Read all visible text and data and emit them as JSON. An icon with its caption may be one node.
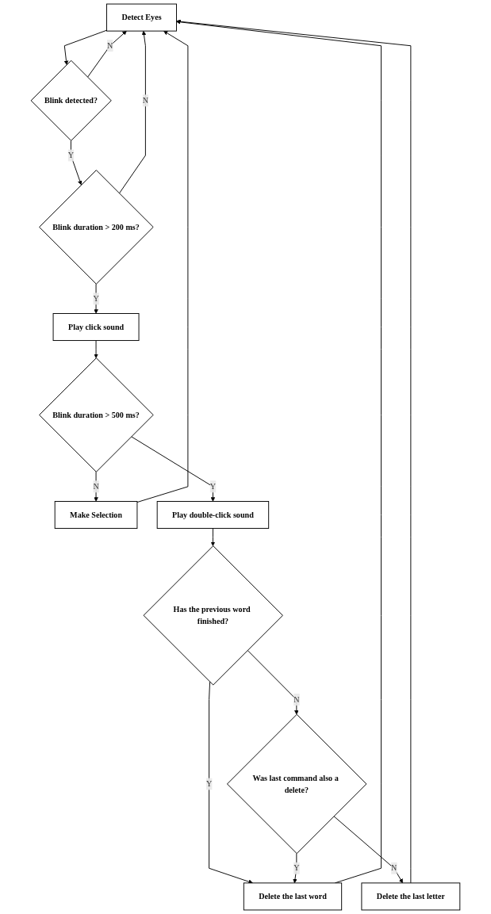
{
  "diagram": {
    "nodes": [
      {
        "text": [
          "Detect Eyes"
        ]
      },
      {
        "text": [
          "Blink detected?"
        ]
      },
      {
        "text": [
          "Blink duration > 200 ms?"
        ]
      },
      {
        "text": [
          "Play click sound"
        ]
      },
      {
        "text": [
          "Blink duration > 500 ms?"
        ]
      },
      {
        "text": [
          "Make Selection"
        ]
      },
      {
        "text": [
          "Play double-click sound"
        ]
      },
      {
        "text": [
          "Has the previous word finished?"
        ]
      },
      {
        "text": [
          "Delete the last word"
        ]
      },
      {
        "text": [
          "Was last command also a delete?"
        ]
      },
      {
        "text": [
          "Delete the last letter"
        ]
      }
    ],
    "edges": [
      {
        "from": 0,
        "to": 1,
        "arrow": "to"
      },
      {
        "from": 1,
        "to": 0,
        "arrow": "to",
        "label": "N"
      },
      {
        "from": 1,
        "to": 2,
        "arrow": "to",
        "label": "Y"
      },
      {
        "from": 2,
        "to": 0,
        "arrow": "to",
        "label": "N"
      },
      {
        "from": 2,
        "to": 3,
        "arrow": "to",
        "label": "Y"
      },
      {
        "from": 3,
        "to": 4,
        "arrow": "to"
      },
      {
        "from": 4,
        "to": 5,
        "arrow": "to",
        "label": "N"
      },
      {
        "from": 5,
        "to": 0,
        "arrow": "to"
      },
      {
        "from": 4,
        "to": 6,
        "arrow": "to",
        "label": "Y"
      },
      {
        "from": 6,
        "to": 7,
        "arrow": "to"
      },
      {
        "from": 7,
        "to": 8,
        "arrow": "to",
        "label": "Y"
      },
      {
        "from": 8,
        "to": 0,
        "arrow": "to"
      },
      {
        "from": 7,
        "to": 9,
        "arrow": "to",
        "label": "N"
      },
      {
        "from": 9,
        "to": 8,
        "arrow": "to",
        "label": "Y"
      },
      {
        "from": 9,
        "to": 10,
        "arrow": "to",
        "label": "N"
      },
      {
        "from": 10,
        "to": 0,
        "arrow": "to"
      }
    ]
  }
}
